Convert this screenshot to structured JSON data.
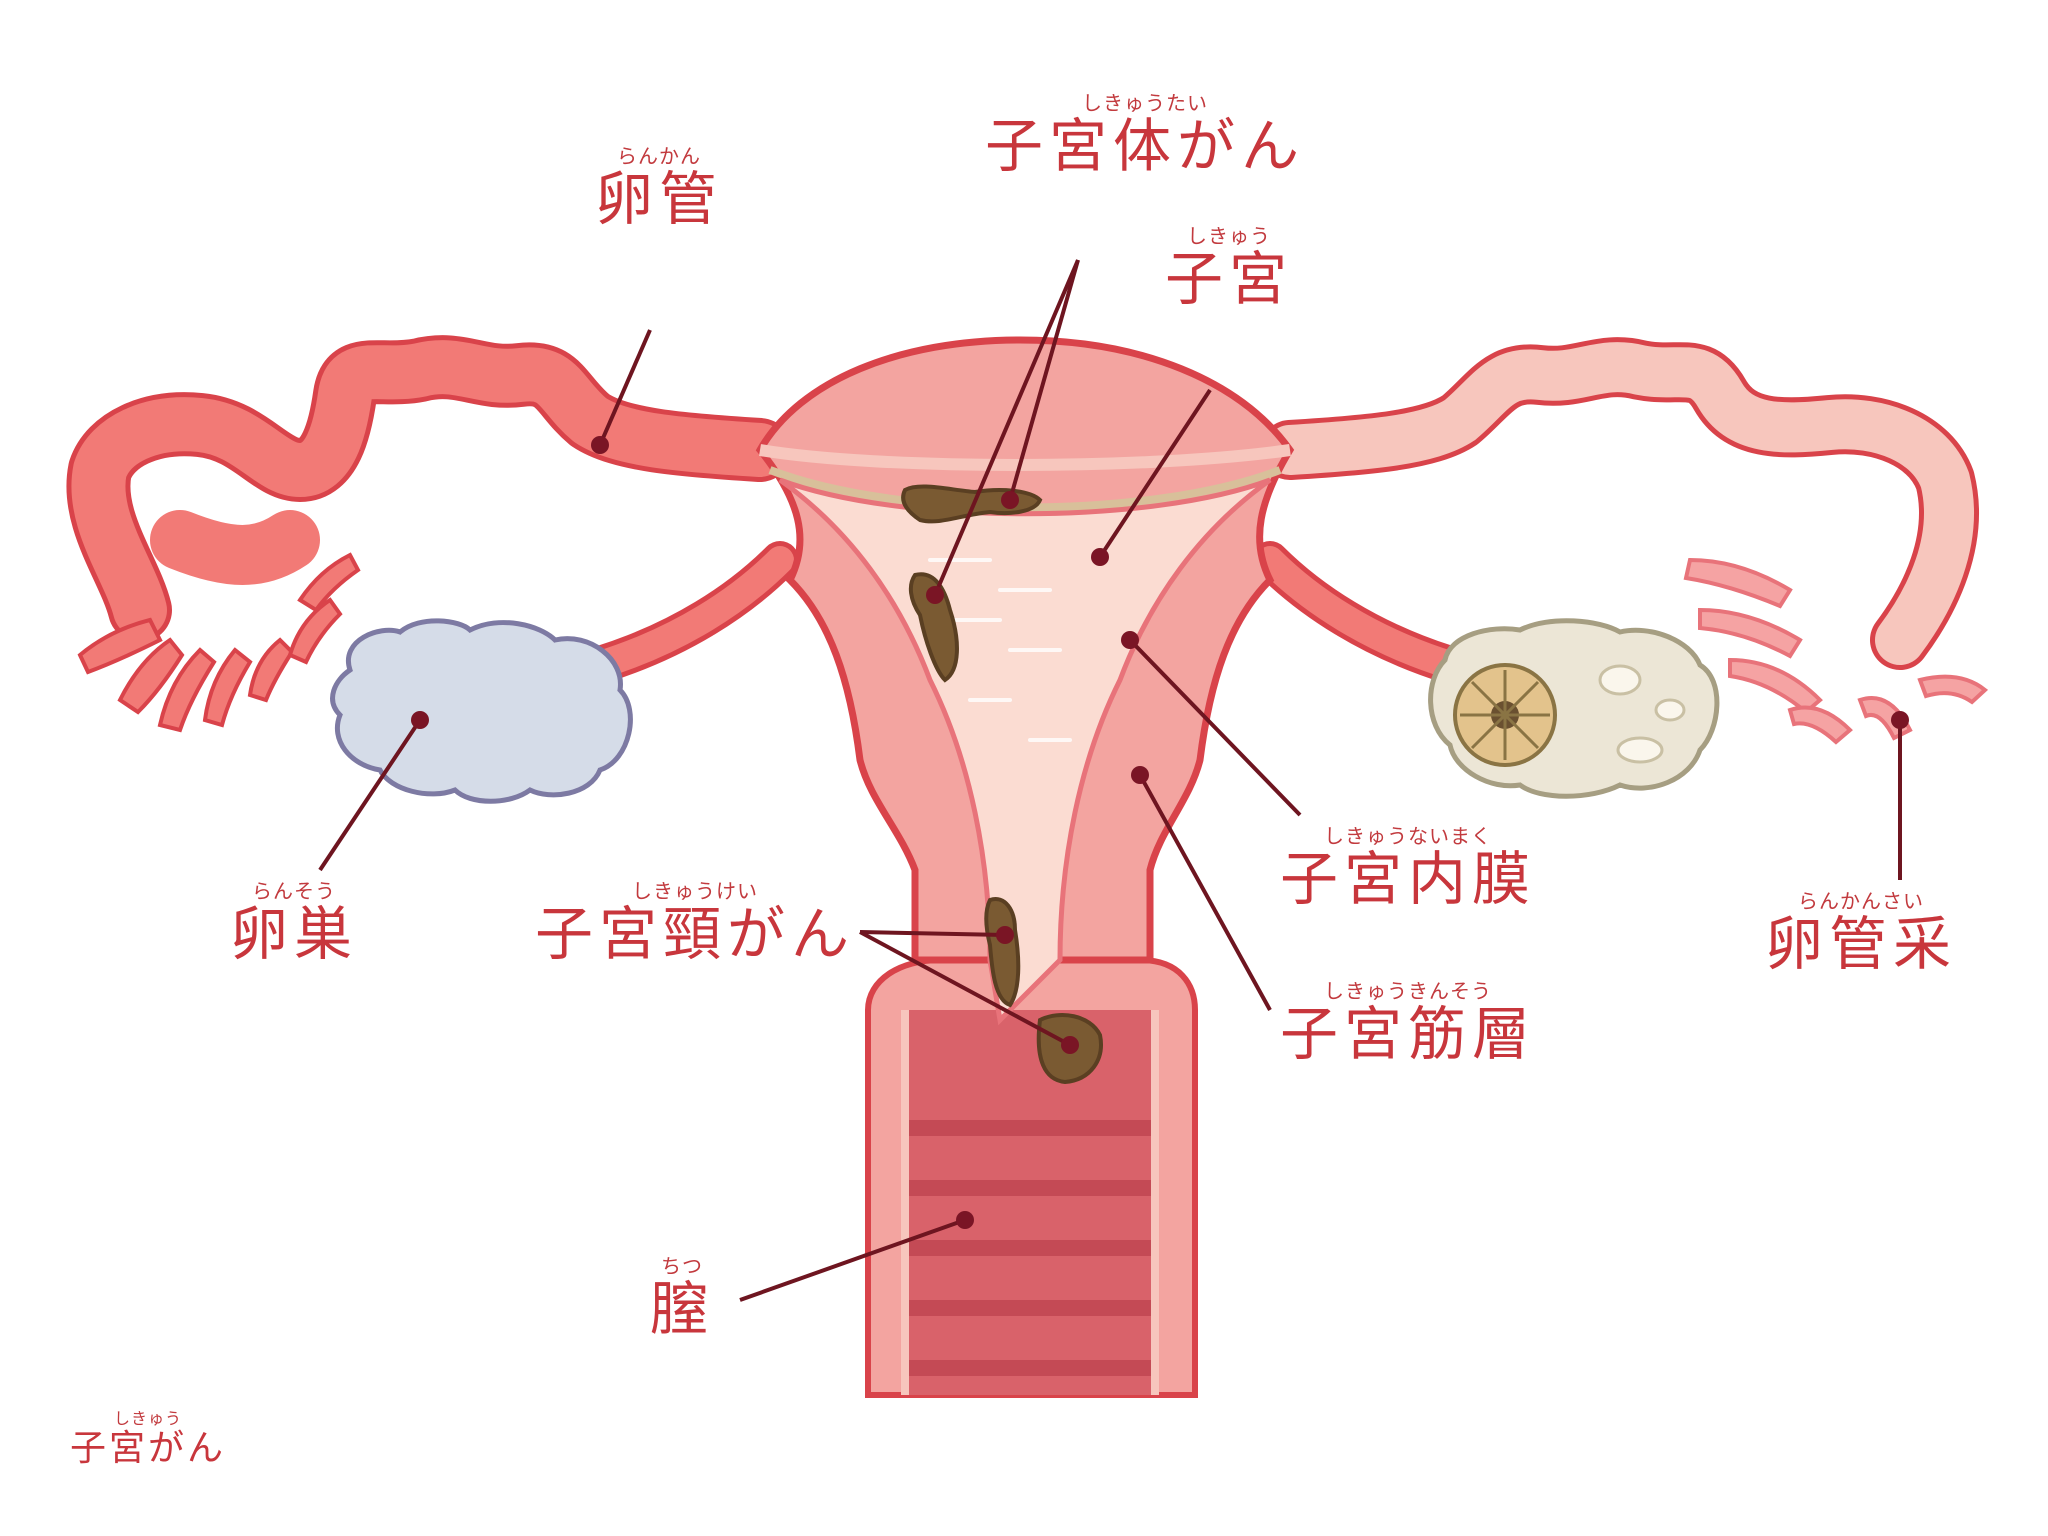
{
  "diagram": {
    "title": "子宮がん",
    "title_ruby": "しきゅう",
    "colors": {
      "label_text": "#c8363c",
      "leader_line": "#6e1520",
      "outline": "#d9434a",
      "tissue_pink": "#f3a4a0",
      "tissue_light": "#f9cfc6",
      "endometrium": "#fbdcd2",
      "tumor": "#7a5a32",
      "ovary_left": "#d5dce8",
      "ovary_right": "#ece6d6",
      "vagina_inner": "#d9626a",
      "background": "#ffffff"
    },
    "labels": {
      "corpus_cancer": {
        "text": "子宮体がん",
        "ruby": "しきゅうたい"
      },
      "fallopian_tube": {
        "text": "卵管",
        "ruby": "らんかん"
      },
      "uterus": {
        "text": "子宮",
        "ruby": "しきゅう"
      },
      "ovary": {
        "text": "卵巣",
        "ruby": "らんそう"
      },
      "cervical_cancer": {
        "text": "子宮頸がん",
        "ruby": "しきゅうけい"
      },
      "endometrium": {
        "text": "子宮内膜",
        "ruby": "しきゅうないまく"
      },
      "myometrium": {
        "text": "子宮筋層",
        "ruby": "しきゅうきんそう"
      },
      "fimbriae": {
        "text": "卵管采",
        "ruby": "らんかんさい"
      },
      "vagina": {
        "text": "膣",
        "ruby": "ちつ"
      },
      "caption": {
        "text": "子宮がん",
        "ruby": "しきゅう"
      }
    }
  }
}
